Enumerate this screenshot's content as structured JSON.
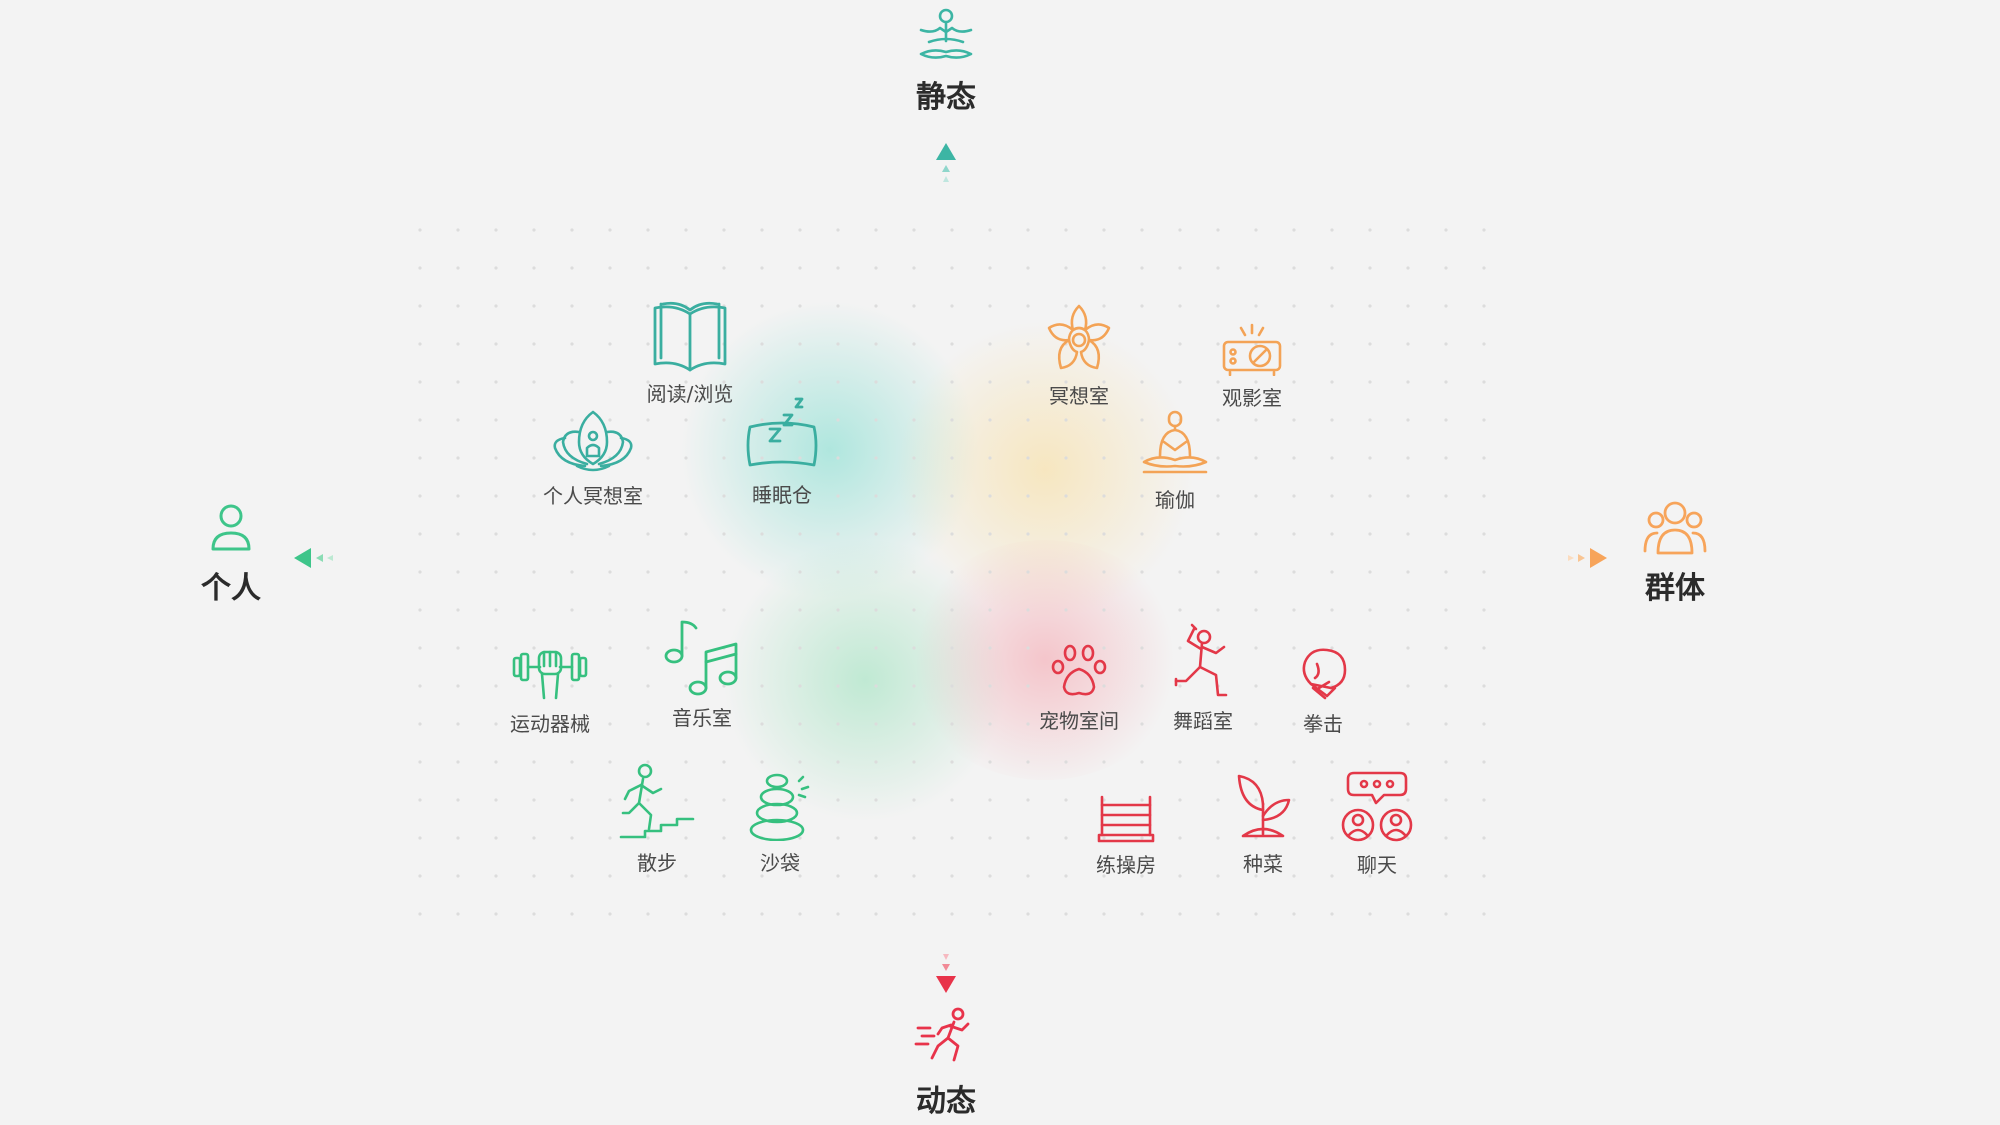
{
  "axes": {
    "top": {
      "label": "静态",
      "icon": "meditation-person-icon",
      "color": "#3cb5a4"
    },
    "bottom": {
      "label": "动态",
      "icon": "running-person-icon",
      "color": "#e8334a"
    },
    "left": {
      "label": "个人",
      "icon": "single-person-icon",
      "color": "#3ec58a"
    },
    "right": {
      "label": "群体",
      "icon": "group-people-icon",
      "color": "#f7a45a"
    }
  },
  "quadrants": {
    "static_individual": {
      "color": "#3aaea0",
      "items": [
        {
          "label": "阅读/浏览",
          "icon": "open-book-icon"
        },
        {
          "label": "个人冥想室",
          "icon": "lotus-meditation-icon"
        },
        {
          "label": "睡眠仓",
          "icon": "sleep-pillow-icon"
        }
      ]
    },
    "static_group": {
      "color": "#f3a356",
      "items": [
        {
          "label": "冥想室",
          "icon": "flower-icon"
        },
        {
          "label": "观影室",
          "icon": "projector-icon"
        },
        {
          "label": "瑜伽",
          "icon": "yoga-pose-icon"
        }
      ]
    },
    "dynamic_individual": {
      "color": "#36c07f",
      "items": [
        {
          "label": "运动器械",
          "icon": "dumbbell-fist-icon"
        },
        {
          "label": "音乐室",
          "icon": "music-notes-icon"
        },
        {
          "label": "散步",
          "icon": "walking-stairs-icon"
        },
        {
          "label": "沙袋",
          "icon": "stacked-stones-icon"
        }
      ]
    },
    "dynamic_group": {
      "color": "#e33848",
      "items": [
        {
          "label": "宠物室间",
          "icon": "paw-print-icon"
        },
        {
          "label": "舞蹈室",
          "icon": "dancer-icon"
        },
        {
          "label": "拳击",
          "icon": "boxing-glove-icon"
        },
        {
          "label": "练操房",
          "icon": "gym-ring-icon"
        },
        {
          "label": "种菜",
          "icon": "sprout-icon"
        },
        {
          "label": "聊天",
          "icon": "chat-people-icon"
        }
      ]
    }
  }
}
